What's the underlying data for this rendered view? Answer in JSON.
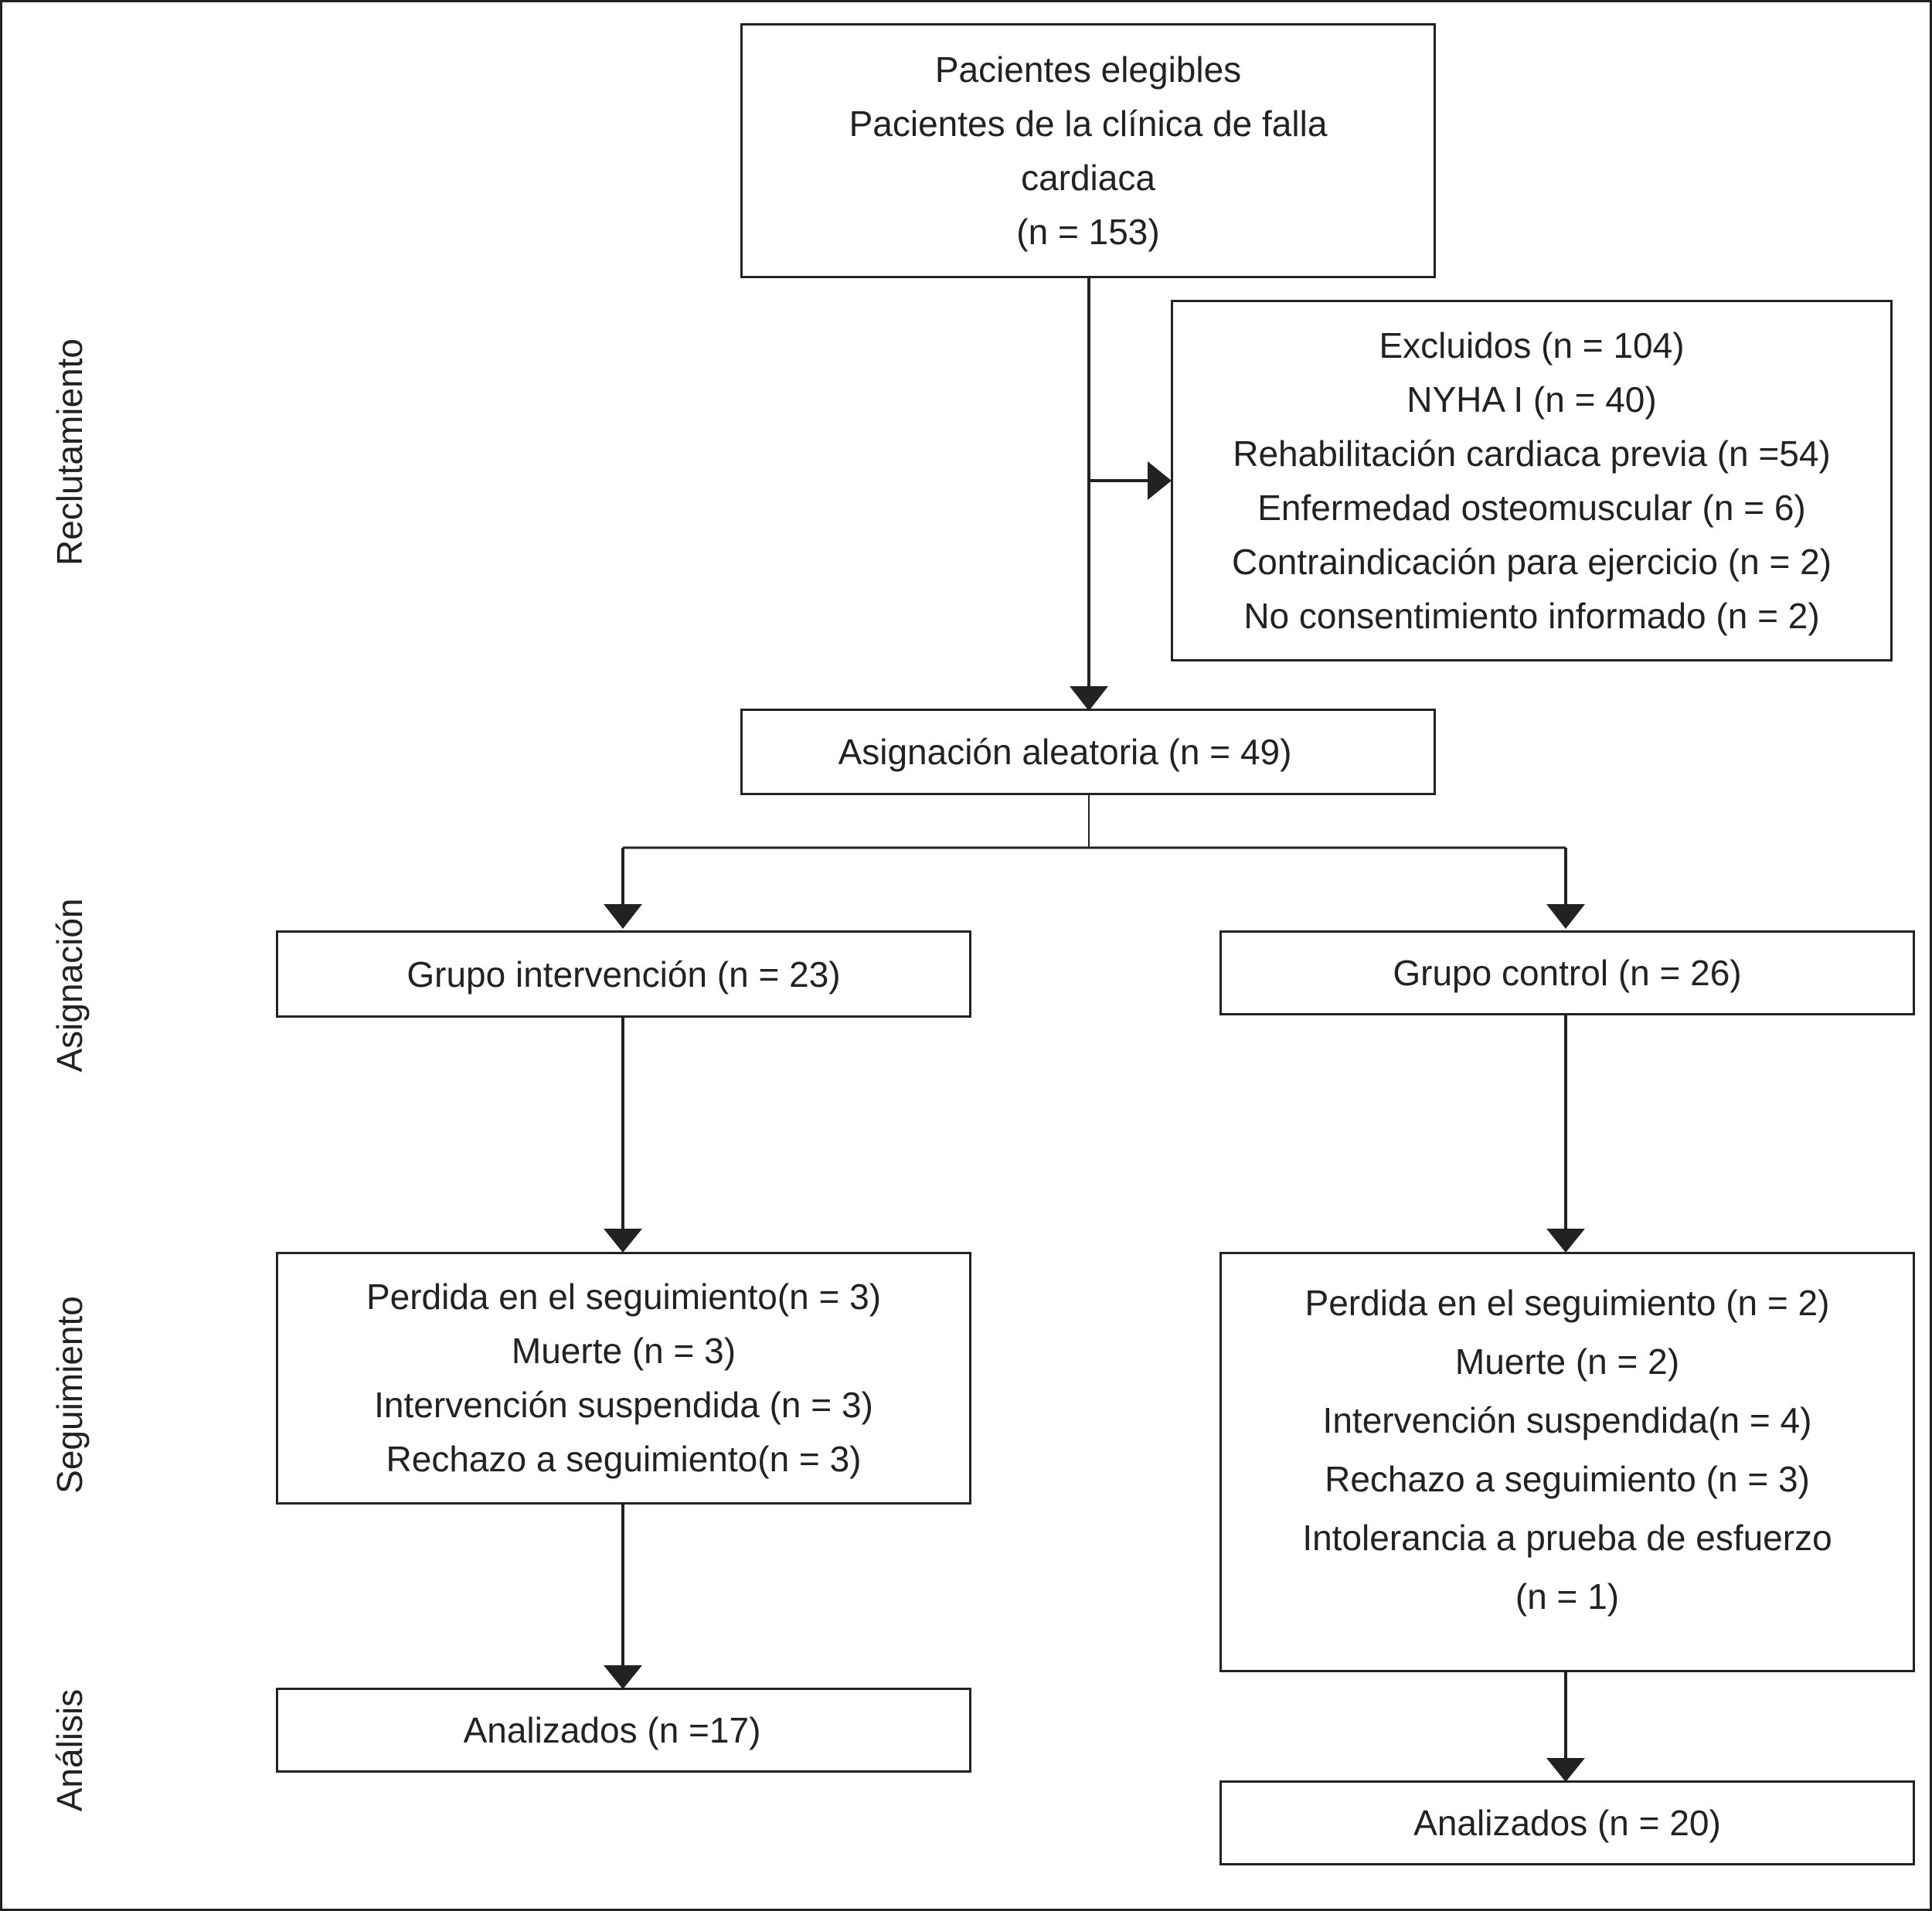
{
  "phases": [
    "Reclutamiento",
    "Asignación",
    "Seguimiento",
    "Análisis"
  ],
  "eligible": [
    "Pacientes elegibles",
    "Pacientes de la clínica de falla",
    "cardiaca",
    "(n = 153)"
  ],
  "excluded": [
    "Excluidos (n = 104)",
    "NYHA I (n = 40)",
    "Rehabilitación cardiaca previa (n =54)",
    "Enfermedad osteomuscular (n = 6)",
    "Contraindicación para ejercicio (n = 2)",
    "No consentimiento informado (n = 2)"
  ],
  "randomization": "Asignación aleatoria (n = 49)",
  "intervention": {
    "group": "Grupo intervención (n = 23)",
    "followup": [
      "Perdida en el seguimiento(n = 3)",
      "Muerte (n = 3)",
      "Intervención suspendida (n = 3)",
      "Rechazo a seguimiento(n = 3)"
    ],
    "analysis": "Analizados (n =17)"
  },
  "control": {
    "group": "Grupo control (n = 26)",
    "followup": [
      "Perdida en el seguimiento (n = 2)",
      "Muerte (n = 2)",
      "Intervención suspendida(n = 4)",
      "Rechazo a seguimiento (n = 3)",
      "Intolerancia a prueba de esfuerzo",
      "(n = 1)"
    ],
    "analysis": "Analizados (n = 20)"
  }
}
